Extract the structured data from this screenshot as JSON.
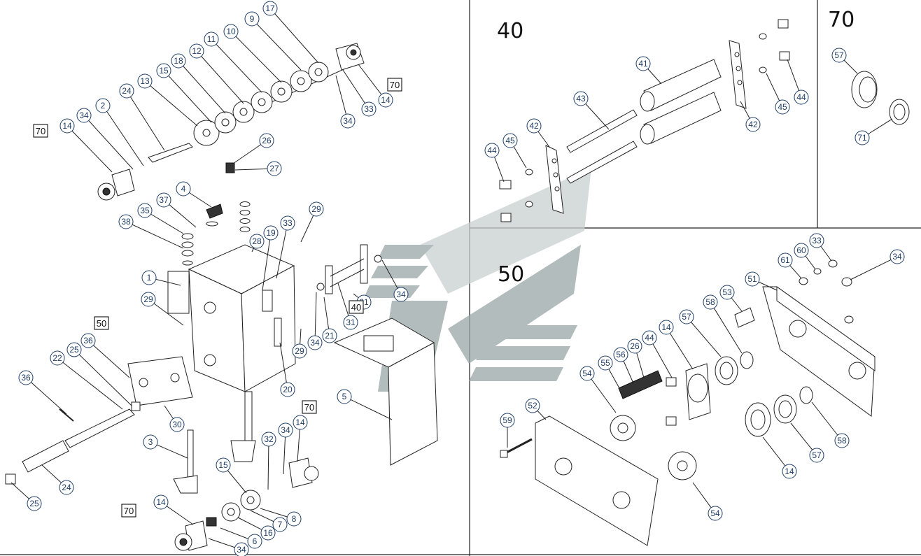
{
  "panels": {
    "p40": "40",
    "p70": "70",
    "p50": "50"
  },
  "watermark_color": "#9aa6a6",
  "callouts_left": [
    {
      "label": "17"
    },
    {
      "label": "9"
    },
    {
      "label": "10"
    },
    {
      "label": "11"
    },
    {
      "label": "12"
    },
    {
      "label": "18"
    },
    {
      "label": "15"
    },
    {
      "label": "13"
    },
    {
      "label": "24"
    },
    {
      "label": "2"
    },
    {
      "label": "34"
    },
    {
      "label": "14"
    },
    {
      "label": "33"
    },
    {
      "label": "14"
    },
    {
      "label": "34"
    },
    {
      "label": "26"
    },
    {
      "label": "27"
    },
    {
      "label": "4"
    },
    {
      "label": "37"
    },
    {
      "label": "35"
    },
    {
      "label": "38"
    },
    {
      "label": "29"
    },
    {
      "label": "33"
    },
    {
      "label": "19"
    },
    {
      "label": "28"
    },
    {
      "label": "1"
    },
    {
      "label": "29"
    },
    {
      "label": "21"
    },
    {
      "label": "34"
    },
    {
      "label": "21"
    },
    {
      "label": "31"
    },
    {
      "label": "34"
    },
    {
      "label": "29"
    },
    {
      "label": "20"
    },
    {
      "label": "5"
    },
    {
      "label": "36"
    },
    {
      "label": "25"
    },
    {
      "label": "22"
    },
    {
      "label": "36"
    },
    {
      "label": "30"
    },
    {
      "label": "3"
    },
    {
      "label": "24"
    },
    {
      "label": "25"
    },
    {
      "label": "32"
    },
    {
      "label": "34"
    },
    {
      "label": "14"
    },
    {
      "label": "15"
    },
    {
      "label": "8"
    },
    {
      "label": "7"
    },
    {
      "label": "16"
    },
    {
      "label": "6"
    },
    {
      "label": "14"
    },
    {
      "label": "34"
    }
  ],
  "callouts_40": [
    {
      "label": "41"
    },
    {
      "label": "43"
    },
    {
      "label": "42"
    },
    {
      "label": "44"
    },
    {
      "label": "45"
    },
    {
      "label": "42"
    },
    {
      "label": "45"
    },
    {
      "label": "44"
    }
  ],
  "callouts_70": [
    {
      "label": "57"
    },
    {
      "label": "71"
    }
  ],
  "callouts_50": [
    {
      "label": "33"
    },
    {
      "label": "60"
    },
    {
      "label": "61"
    },
    {
      "label": "34"
    },
    {
      "label": "51"
    },
    {
      "label": "53"
    },
    {
      "label": "58"
    },
    {
      "label": "57"
    },
    {
      "label": "14"
    },
    {
      "label": "44"
    },
    {
      "label": "26"
    },
    {
      "label": "56"
    },
    {
      "label": "55"
    },
    {
      "label": "54"
    },
    {
      "label": "52"
    },
    {
      "label": "59"
    },
    {
      "label": "54"
    },
    {
      "label": "14"
    },
    {
      "label": "57"
    },
    {
      "label": "58"
    }
  ],
  "ref_boxes": [
    {
      "label": "70"
    },
    {
      "label": "70"
    },
    {
      "label": "40"
    },
    {
      "label": "50"
    },
    {
      "label": "70"
    },
    {
      "label": "70"
    }
  ]
}
